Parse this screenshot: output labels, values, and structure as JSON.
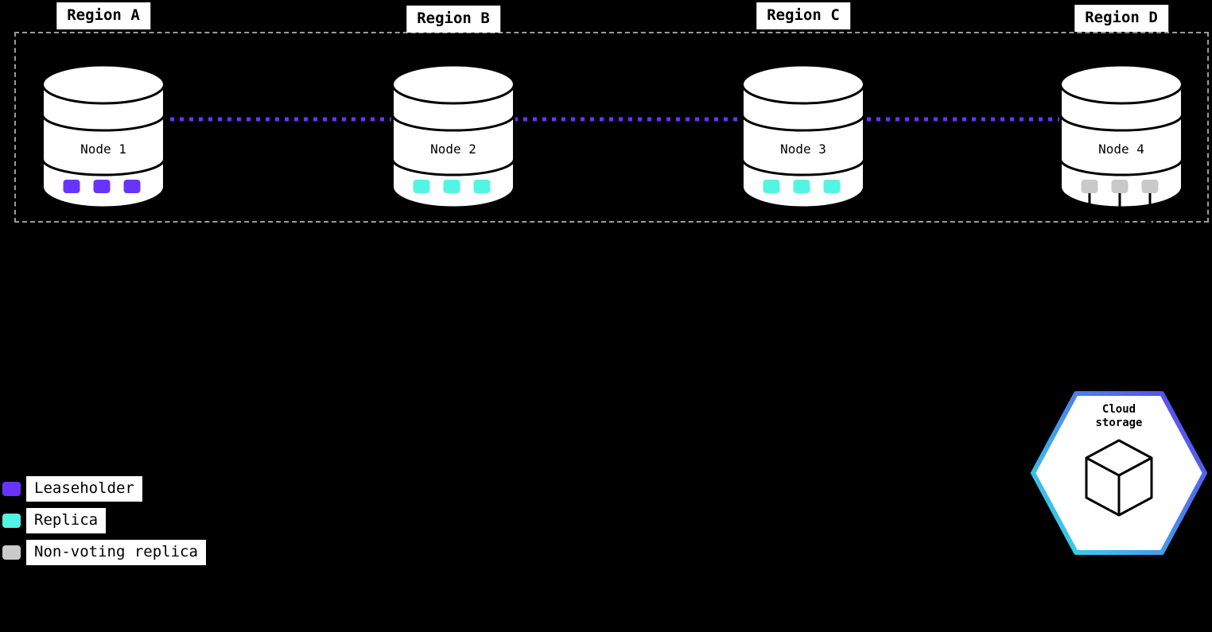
{
  "regions": [
    {
      "label": "Region A"
    },
    {
      "label": "Region B"
    },
    {
      "label": "Region C"
    },
    {
      "label": "Region D"
    }
  ],
  "nodes": [
    {
      "label": "Node 1",
      "replica_type": "leaseholder",
      "color": "#6933FF"
    },
    {
      "label": "Node 2",
      "replica_type": "replica",
      "color": "#52F5E3"
    },
    {
      "label": "Node 3",
      "replica_type": "replica",
      "color": "#52F5E3"
    },
    {
      "label": "Node 4",
      "replica_type": "non-voting-replica",
      "color": "#C9C9C9"
    }
  ],
  "legend": [
    {
      "label": "Leaseholder",
      "color": "#6933FF"
    },
    {
      "label": "Replica",
      "color": "#52F5E3"
    },
    {
      "label": "Non-voting replica",
      "color": "#C9C9C9"
    }
  ],
  "cloud_storage": {
    "line1": "Cloud",
    "line2": "storage"
  },
  "colors": {
    "background": "#000000",
    "connection": "#6933FF",
    "cluster_border": "#9B9B9B",
    "hex_gradient_start": "#36D9E6",
    "hex_gradient_end": "#5B43F0"
  }
}
